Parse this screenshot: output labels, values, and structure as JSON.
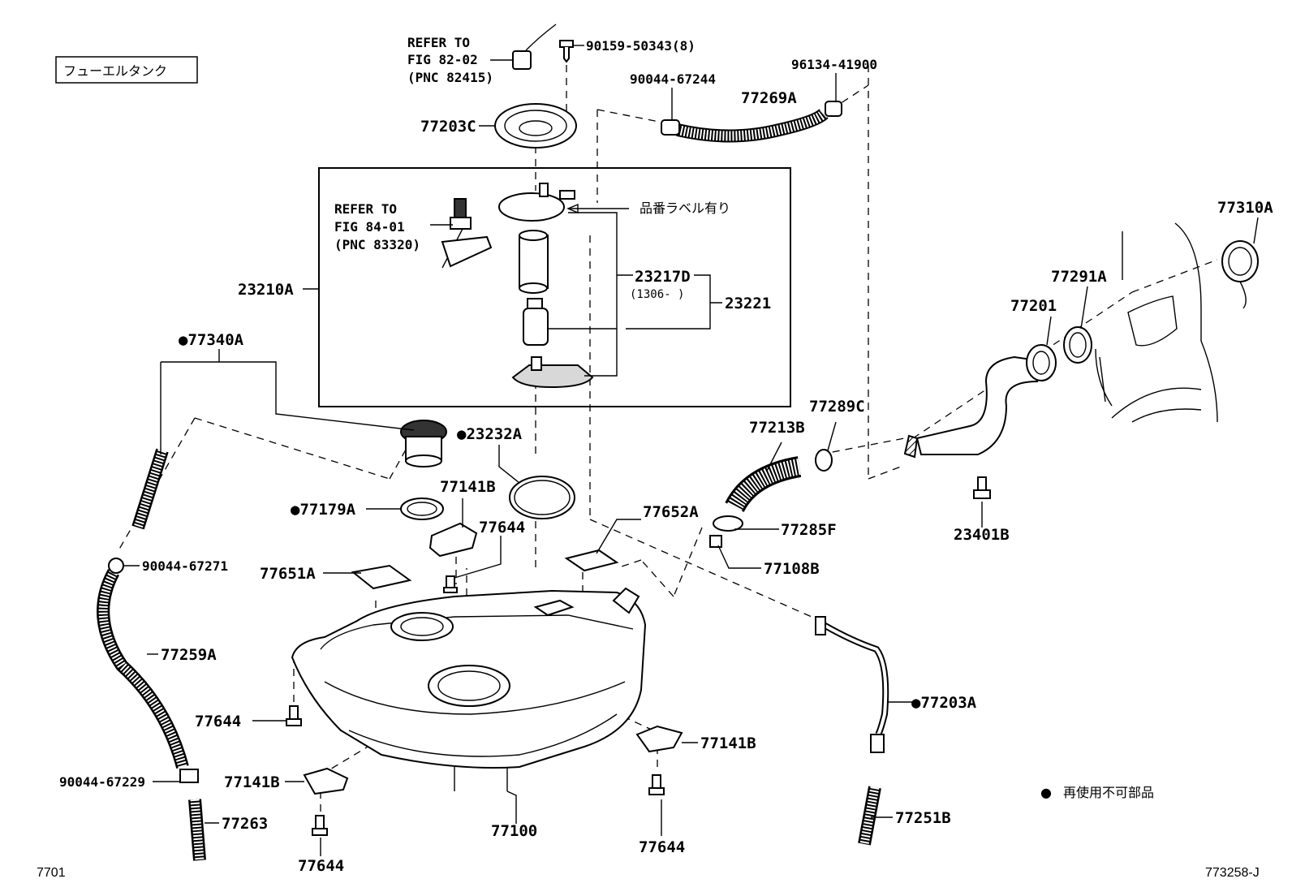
{
  "title_box": "フューエルタンク",
  "figure_code": "7701",
  "drawing_number": "773258-J",
  "legend": {
    "symbol": "●",
    "text": "再使用不可部品"
  },
  "label_note": "品番ラベル有り",
  "references": {
    "fig82": {
      "line1": "REFER TO",
      "line2": "FIG 82-02",
      "line3": "(PNC 82415)"
    },
    "fig84": {
      "line1": "REFER TO",
      "line2": "FIG 84-01",
      "line3": "(PNC 83320)"
    }
  },
  "parts": {
    "p90159": "90159-50343(8)",
    "p77203C": "77203C",
    "p90044_67244": "90044-67244",
    "p77269A": "77269A",
    "p96134": "96134-41900",
    "p77310A": "77310A",
    "p23210A": "23210A",
    "p23217D": "23217D",
    "p23217D_note": "(1306-   )",
    "p23221": "23221",
    "p77291A": "77291A",
    "p77201": "77201",
    "p77340A": "●77340A",
    "p23232A": "●23232A",
    "p77289C": "77289C",
    "p77213B": "77213B",
    "p77141B_top": "77141B",
    "p77179A": "●77179A",
    "p77644_top": "77644",
    "p77652A": "77652A",
    "p77285F": "77285F",
    "p23401B": "23401B",
    "p90044_67271": "90044-67271",
    "p77651A": "77651A",
    "p77108B": "77108B",
    "p77259A": "77259A",
    "p77203A": "●77203A",
    "p77644_left": "77644",
    "p77141B_right": "77141B",
    "p90044_67229": "90044-67229",
    "p77141B_bottom": "77141B",
    "p77263": "77263",
    "p77100": "77100",
    "p77251B": "77251B",
    "p77644_bottom_right": "77644",
    "p77644_bottom_left": "77644"
  }
}
